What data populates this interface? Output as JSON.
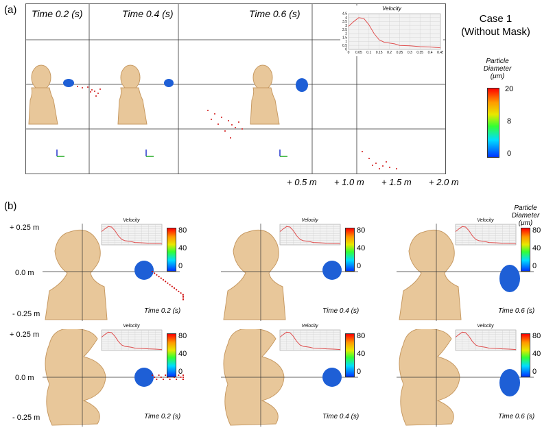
{
  "panel_a": {
    "label": "(a)",
    "times": [
      "Time 0.2 (s)",
      "Time 0.4 (s)",
      "Time 0.6 (s)"
    ],
    "case_title": "Case 1",
    "case_subtitle": "(Without Mask)",
    "colorbar": {
      "title_line1": "Particle",
      "title_line2": "Diameter",
      "title_line3": "(μm)",
      "ticks": [
        "20",
        "8",
        "0"
      ]
    },
    "distances": [
      "+ 0.5 m",
      "+ 1.0 m",
      "+ 1.5 m",
      "+ 2.0 m"
    ],
    "inset_title": "Velocity"
  },
  "panel_b": {
    "label": "(b)",
    "y_labels": [
      "+ 0.25 m",
      "0.0 m",
      "- 0.25 m",
      "+ 0.25 m",
      "0.0 m",
      "- 0.25 m"
    ],
    "colorbar": {
      "title_line1": "Particle",
      "title_line2": "Diameter",
      "title_line3": "(μm)",
      "ticks": [
        "80",
        "40",
        "0"
      ]
    },
    "inset_title": "Velocity",
    "times": [
      "Time 0.2 (s)",
      "Time 0.4 (s)",
      "Time 0.6 (s)"
    ]
  },
  "colors": {
    "skin": "#e8c79a",
    "skin_shadow": "#c79a63",
    "particle_blue": "#1e5fd6",
    "particle_red": "#d01010",
    "velocity_line": "#e05050"
  },
  "chart_data": {
    "type": "line",
    "title": "Velocity",
    "x": [
      0,
      0.025,
      0.05,
      0.075,
      0.1,
      0.125,
      0.15,
      0.175,
      0.2,
      0.225,
      0.25,
      0.3,
      0.35,
      0.4,
      0.45
    ],
    "series": [
      {
        "values": [
          2.9,
          3.5,
          4.0,
          3.9,
          3.1,
          2.0,
          1.2,
          0.9,
          0.8,
          0.7,
          0.5,
          0.45,
          0.35,
          0.3,
          0.2
        ]
      }
    ],
    "xlim": [
      0,
      0.45
    ],
    "ylim": [
      0,
      4.5
    ],
    "xticks": [
      "0",
      "0.05",
      "0.1",
      "0.15",
      "0.2",
      "0.25",
      "0.3",
      "0.35",
      "0.4",
      "0.45"
    ],
    "yticks": [
      "0",
      "0.5",
      "1",
      "1.5",
      "2",
      "2.5",
      "3",
      "3.5",
      "4",
      "4.5"
    ],
    "grid": true
  }
}
